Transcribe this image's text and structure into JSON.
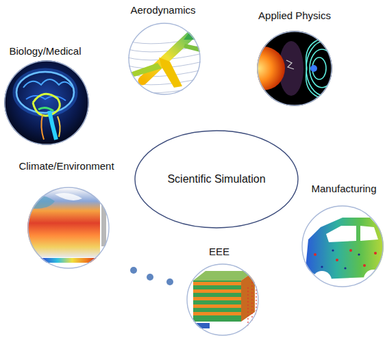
{
  "diagram": {
    "nodes": [
      {
        "text": [
          "Aerodynamics"
        ]
      },
      {
        "text": [
          "Applied Physics"
        ]
      },
      {
        "text": [
          "Biology/Medical"
        ]
      },
      {
        "text": [
          "Climate/Environment"
        ]
      },
      {
        "text": [
          "Scientific Simulation"
        ]
      },
      {
        "text": [
          "Manufacturing"
        ]
      },
      {
        "text": [
          "EEE"
        ]
      }
    ]
  }
}
